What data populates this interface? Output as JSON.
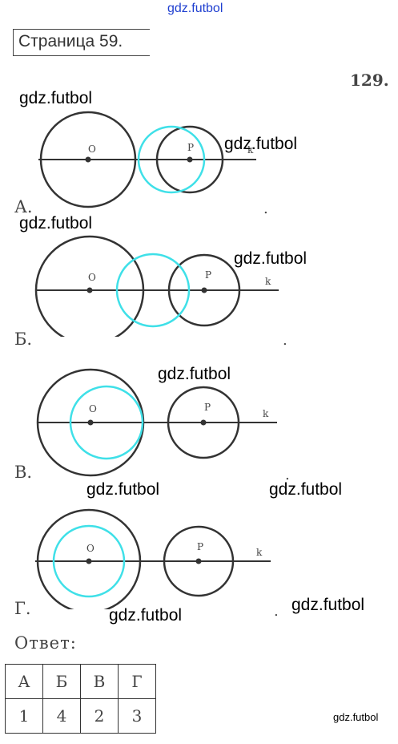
{
  "watermark_top": "gdz.futbol",
  "page_title": "Страница 59.",
  "task_number": "129.",
  "figures": [
    {
      "label": "А.",
      "center_o": "O",
      "center_p": "P",
      "line": "k"
    },
    {
      "label": "Б.",
      "center_o": "O",
      "center_p": "P",
      "line": "k"
    },
    {
      "label": "В.",
      "center_o": "O",
      "center_p": "P",
      "line": "k"
    },
    {
      "label": "Г.",
      "center_o": "O",
      "center_p": "P",
      "line": "k"
    }
  ],
  "watermark": "gdz.futbol",
  "answer_label": "Ответ:",
  "answer_table": {
    "headers": [
      "А",
      "Б",
      "В",
      "Г"
    ],
    "values": [
      "1",
      "4",
      "2",
      "3"
    ]
  },
  "colors": {
    "circle": "#333333",
    "highlight_circle": "#3fe0e8"
  }
}
